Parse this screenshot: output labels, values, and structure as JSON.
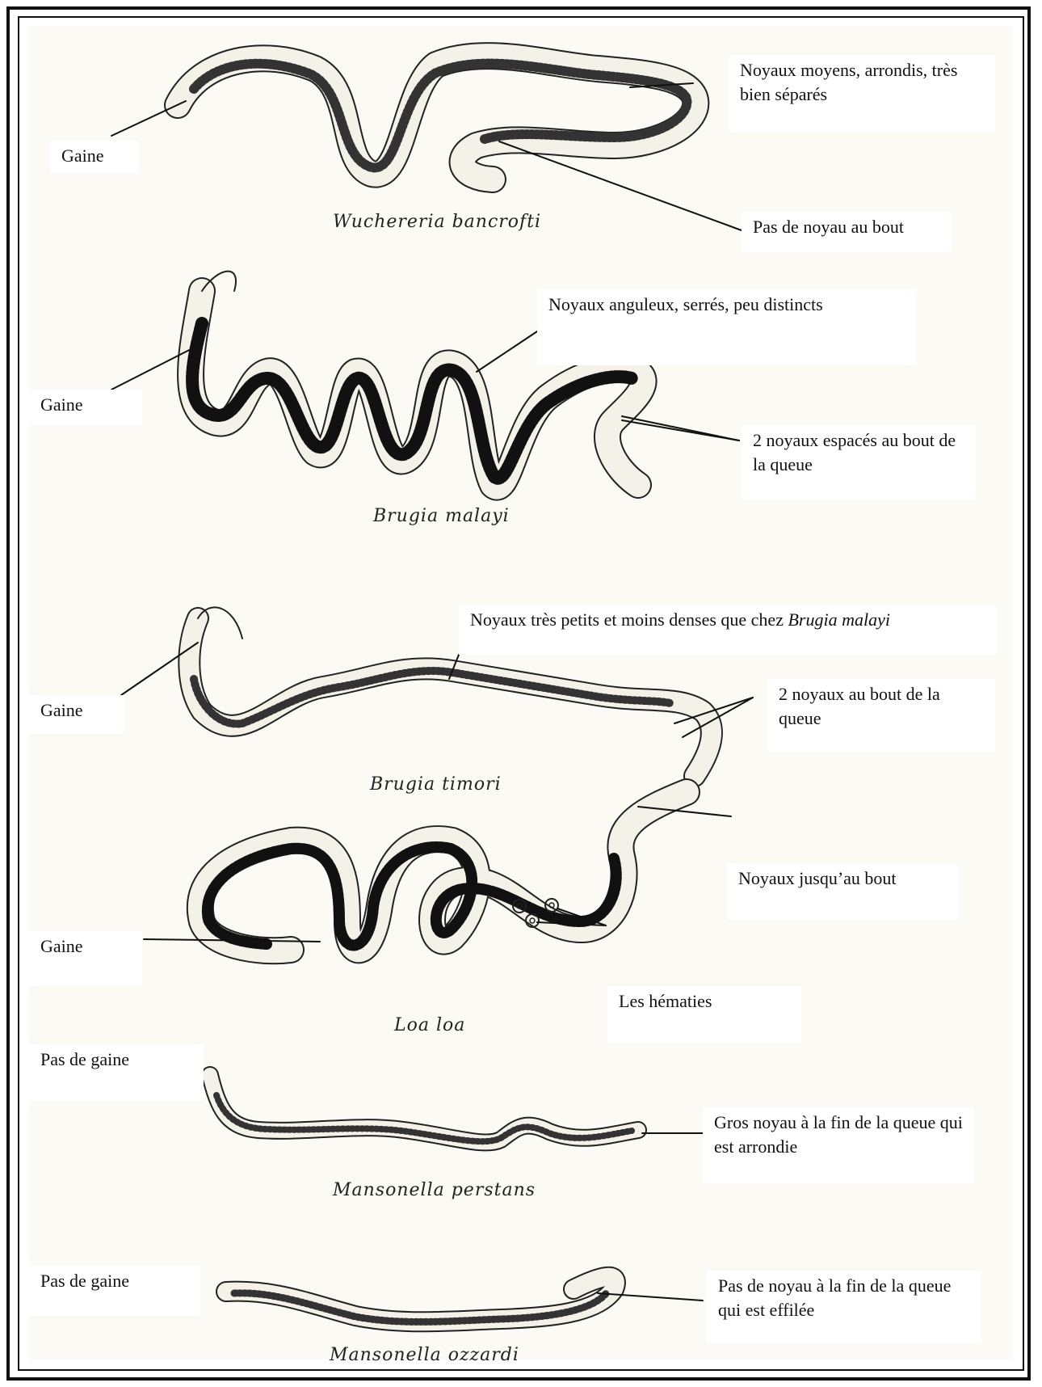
{
  "species": [
    {
      "caption": "Wuchereria bancrofti",
      "left_label": "Gaine",
      "label_1": "Noyaux moyens, arrondis, très bien séparés",
      "label_2": "Pas de noyau au bout"
    },
    {
      "caption": "Brugia malayi",
      "left_label": "Gaine",
      "label_1": "Noyaux anguleux, serrés, peu distincts",
      "label_2": "2 noyaux espacés au bout de la queue"
    },
    {
      "caption": "Brugia timori",
      "left_label": "Gaine",
      "label_1_prefix": "Noyaux très petits et moins denses que chez ",
      "label_1_italic": "Brugia malayi",
      "label_2": "2 noyaux au bout de la queue"
    },
    {
      "caption": "Loa loa",
      "left_label": "Gaine",
      "label_1": "Noyaux jusqu’au bout",
      "label_2": "Les hématies"
    },
    {
      "caption": "Mansonella perstans",
      "left_label": "Pas de gaine",
      "label_1": "Gros noyau à la fin de la queue qui est arrondie"
    },
    {
      "caption": "Mansonella ozzardi",
      "left_label": "Pas de gaine",
      "label_1": "Pas de noyau à la fin de la queue qui  est effilée"
    }
  ]
}
